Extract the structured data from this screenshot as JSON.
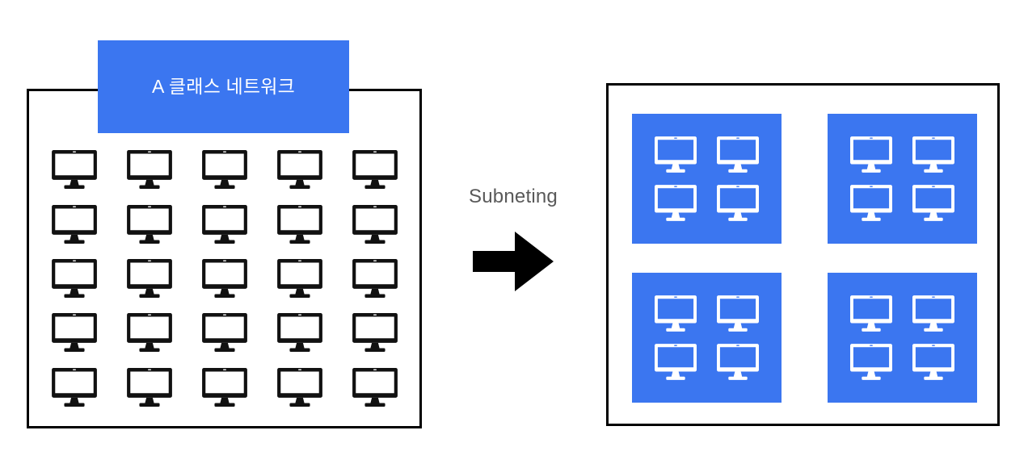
{
  "diagram": {
    "title": "Subnetting concept diagram",
    "background_color": "#ffffff",
    "accent_color": "#3b76f0",
    "outline_color": "#000000",
    "caption_color": "#595959"
  },
  "left_network": {
    "label": "A 클래스 네트워크",
    "label_background": "#3b76f0",
    "label_text_color": "#ffffff",
    "border_color": "#000000",
    "host_icon": "monitor-icon",
    "host_icon_color": "#111111",
    "rows": 5,
    "columns": 5,
    "host_count": 25
  },
  "transform": {
    "caption": "Subneting",
    "arrow_icon": "arrow-right-icon",
    "arrow_color": "#000000",
    "direction": "right"
  },
  "right_network": {
    "border_color": "#000000",
    "subnet_fill": "#3b76f0",
    "host_icon": "monitor-icon",
    "host_icon_color": "#ffffff",
    "subnet_rows": 2,
    "subnet_columns": 2,
    "subnet_count": 4,
    "hosts_per_subnet": 4,
    "host_rows_per_subnet": 2,
    "host_columns_per_subnet": 2,
    "total_host_count": 16
  }
}
